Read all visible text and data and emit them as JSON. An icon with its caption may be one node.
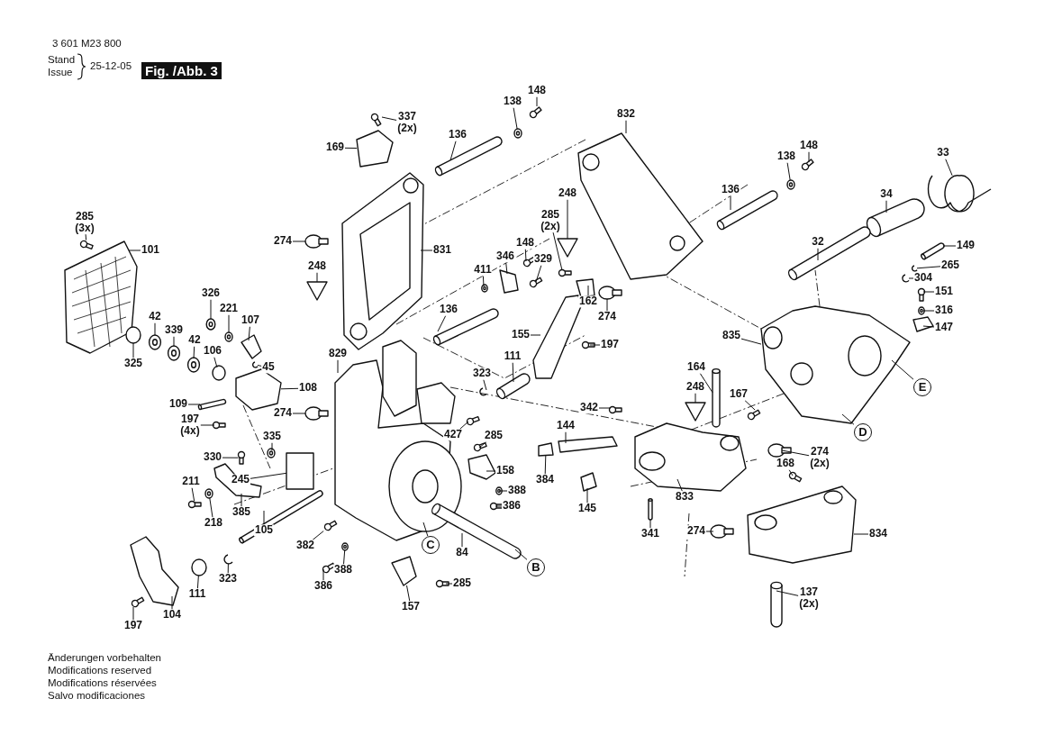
{
  "diagram": {
    "title": "Fig. /Abb. 3",
    "nodes": [
      {
        "text": [
          "285 (3x)"
        ]
      },
      {
        "text": [
          "101"
        ]
      },
      {
        "text": [
          "326"
        ]
      },
      {
        "text": [
          "221"
        ]
      },
      {
        "text": [
          "107"
        ]
      },
      {
        "text": [
          "42"
        ]
      },
      {
        "text": [
          "339"
        ]
      },
      {
        "text": [
          "42"
        ]
      },
      {
        "text": [
          "325"
        ]
      },
      {
        "text": [
          "106"
        ]
      },
      {
        "text": [
          "45"
        ]
      },
      {
        "text": [
          "108"
        ]
      },
      {
        "text": [
          "109"
        ]
      },
      {
        "text": [
          "197 (4x)"
        ]
      },
      {
        "text": [
          "274"
        ]
      },
      {
        "text": [
          "829"
        ]
      },
      {
        "text": [
          "274"
        ]
      },
      {
        "text": [
          "169"
        ]
      },
      {
        "text": [
          "337 (2x)"
        ]
      },
      {
        "text": [
          "136"
        ]
      },
      {
        "text": [
          "138"
        ]
      },
      {
        "text": [
          "148"
        ]
      },
      {
        "text": [
          "248"
        ]
      },
      {
        "text": [
          "831"
        ]
      },
      {
        "text": [
          "330"
        ]
      },
      {
        "text": [
          "335"
        ]
      },
      {
        "text": [
          "245"
        ]
      },
      {
        "text": [
          "211"
        ]
      },
      {
        "text": [
          "218"
        ]
      },
      {
        "text": [
          "385"
        ]
      },
      {
        "text": [
          "105"
        ]
      },
      {
        "text": [
          "382"
        ]
      },
      {
        "text": [
          "388"
        ]
      },
      {
        "text": [
          "386"
        ]
      },
      {
        "text": [
          "323"
        ]
      },
      {
        "text": [
          "111"
        ]
      },
      {
        "text": [
          "104"
        ]
      },
      {
        "text": [
          "197"
        ]
      },
      {
        "text": [
          "C"
        ]
      },
      {
        "text": [
          "84"
        ]
      },
      {
        "text": [
          "B"
        ]
      },
      {
        "text": [
          "157"
        ]
      },
      {
        "text": [
          "285"
        ]
      },
      {
        "text": [
          "136"
        ]
      },
      {
        "text": [
          "111"
        ]
      },
      {
        "text": [
          "323"
        ]
      },
      {
        "text": [
          "427"
        ]
      },
      {
        "text": [
          "285"
        ]
      },
      {
        "text": [
          "158"
        ]
      },
      {
        "text": [
          "388"
        ]
      },
      {
        "text": [
          "386"
        ]
      },
      {
        "text": [
          "155"
        ]
      },
      {
        "text": [
          "197"
        ]
      },
      {
        "text": [
          "411"
        ]
      },
      {
        "text": [
          "346"
        ]
      },
      {
        "text": [
          "148"
        ]
      },
      {
        "text": [
          "329"
        ]
      },
      {
        "text": [
          "285 (2x)"
        ]
      },
      {
        "text": [
          "248"
        ]
      },
      {
        "text": [
          "162"
        ]
      },
      {
        "text": [
          "274"
        ]
      },
      {
        "text": [
          "832"
        ]
      },
      {
        "text": [
          "136"
        ]
      },
      {
        "text": [
          "138"
        ]
      },
      {
        "text": [
          "148"
        ]
      },
      {
        "text": [
          "33"
        ]
      },
      {
        "text": [
          "34"
        ]
      },
      {
        "text": [
          "32"
        ]
      },
      {
        "text": [
          "149"
        ]
      },
      {
        "text": [
          "265"
        ]
      },
      {
        "text": [
          "304"
        ]
      },
      {
        "text": [
          "151"
        ]
      },
      {
        "text": [
          "316"
        ]
      },
      {
        "text": [
          "147"
        ]
      },
      {
        "text": [
          "835"
        ]
      },
      {
        "text": [
          "E"
        ]
      },
      {
        "text": [
          "D"
        ]
      },
      {
        "text": [
          "164"
        ]
      },
      {
        "text": [
          "248"
        ]
      },
      {
        "text": [
          "167"
        ]
      },
      {
        "text": [
          "342"
        ]
      },
      {
        "text": [
          "144"
        ]
      },
      {
        "text": [
          "384"
        ]
      },
      {
        "text": [
          "145"
        ]
      },
      {
        "text": [
          "833"
        ]
      },
      {
        "text": [
          "341"
        ]
      },
      {
        "text": [
          "274"
        ]
      },
      {
        "text": [
          "274 (2x)"
        ]
      },
      {
        "text": [
          "168"
        ]
      },
      {
        "text": [
          "834"
        ]
      },
      {
        "text": [
          "137 (2x)"
        ]
      },
      {
        "text": [],
        "shape": "screw"
      },
      {
        "text": [],
        "shape": "picture"
      },
      {
        "text": [],
        "shape": "washer"
      },
      {
        "text": [],
        "shape": "washer"
      },
      {
        "text": [],
        "shape": "bracket"
      },
      {
        "text": [],
        "shape": "washer"
      },
      {
        "text": [],
        "shape": "washer"
      },
      {
        "text": [],
        "shape": "washer"
      },
      {
        "text": [],
        "shape": "cylinder"
      },
      {
        "text": [],
        "shape": "cylinder"
      },
      {
        "text": [],
        "shape": "ring"
      },
      {
        "text": [],
        "shape": "bracket"
      },
      {
        "text": [],
        "shape": "cylinder"
      },
      {
        "text": [],
        "shape": "screw"
      },
      {
        "text": [],
        "shape": "knob"
      },
      {
        "text": [],
        "shape": "picture"
      },
      {
        "text": [],
        "shape": "knob"
      },
      {
        "text": [],
        "shape": "bracket"
      },
      {
        "text": [],
        "shape": "screw"
      },
      {
        "text": [],
        "shape": "cylinder"
      },
      {
        "text": [],
        "shape": "washer"
      },
      {
        "text": [],
        "shape": "screw"
      },
      {
        "text": [],
        "shape": "triangle"
      },
      {
        "text": [],
        "shape": "picture"
      },
      {
        "text": [],
        "shape": "screw"
      },
      {
        "text": [],
        "shape": "washer"
      },
      {
        "text": [],
        "shape": "box"
      },
      {
        "text": [],
        "shape": "screw"
      },
      {
        "text": [],
        "shape": "washer"
      },
      {
        "text": [],
        "shape": "bracket"
      },
      {
        "text": [],
        "shape": "cylinder"
      },
      {
        "text": [],
        "shape": "screw"
      },
      {
        "text": [],
        "shape": "washer"
      },
      {
        "text": [],
        "shape": "screw"
      },
      {
        "text": [],
        "shape": "ring"
      },
      {
        "text": [],
        "shape": "cylinder"
      },
      {
        "text": [],
        "shape": "picture"
      },
      {
        "text": [],
        "shape": "screw"
      },
      {
        "text": [],
        "shape": "picture"
      },
      {
        "text": [],
        "shape": "cylinder"
      },
      {
        "text": [],
        "shape": "bracket"
      },
      {
        "text": [],
        "shape": "screw"
      },
      {
        "text": [],
        "shape": "cylinder"
      },
      {
        "text": [],
        "shape": "cylinder"
      },
      {
        "text": [],
        "shape": "ring"
      },
      {
        "text": [],
        "shape": "screw"
      },
      {
        "text": [],
        "shape": "screw"
      },
      {
        "text": [],
        "shape": "bracket"
      },
      {
        "text": [],
        "shape": "washer"
      },
      {
        "text": [],
        "shape": "screw"
      },
      {
        "text": [],
        "shape": "picture"
      },
      {
        "text": [],
        "shape": "screw"
      },
      {
        "text": [],
        "shape": "washer"
      },
      {
        "text": [],
        "shape": "bracket"
      },
      {
        "text": [],
        "shape": "screw"
      },
      {
        "text": [],
        "shape": "screw"
      },
      {
        "text": [],
        "shape": "screw"
      },
      {
        "text": [],
        "shape": "triangle"
      },
      {
        "text": [],
        "shape": "bracket"
      },
      {
        "text": [],
        "shape": "knob"
      },
      {
        "text": [],
        "shape": "picture"
      },
      {
        "text": [],
        "shape": "cylinder"
      },
      {
        "text": [],
        "shape": "washer"
      },
      {
        "text": [],
        "shape": "screw"
      },
      {
        "text": [],
        "shape": "picture"
      },
      {
        "text": [],
        "shape": "cylinder"
      },
      {
        "text": [],
        "shape": "cylinder"
      },
      {
        "text": [],
        "shape": "cylinder"
      },
      {
        "text": [],
        "shape": "ring"
      },
      {
        "text": [],
        "shape": "ring"
      },
      {
        "text": [],
        "shape": "screw"
      },
      {
        "text": [],
        "shape": "washer"
      },
      {
        "text": [],
        "shape": "bracket"
      },
      {
        "text": [],
        "shape": "picture"
      },
      {
        "text": [],
        "shape": "cylinder"
      },
      {
        "text": [],
        "shape": "triangle"
      },
      {
        "text": [],
        "shape": "screw"
      },
      {
        "text": [],
        "shape": "screw"
      },
      {
        "text": [],
        "shape": "bracket"
      },
      {
        "text": [],
        "shape": "bracket"
      },
      {
        "text": [],
        "shape": "bracket"
      },
      {
        "text": [],
        "shape": "picture"
      },
      {
        "text": [],
        "shape": "cylinder"
      },
      {
        "text": [],
        "shape": "knob"
      },
      {
        "text": [],
        "shape": "knob"
      },
      {
        "text": [],
        "shape": "screw"
      },
      {
        "text": [],
        "shape": "picture"
      },
      {
        "text": [],
        "shape": "cylinder"
      }
    ],
    "edges": [
      {
        "from": 0,
        "to": 91,
        "arrow": "none"
      },
      {
        "from": 1,
        "to": 92,
        "arrow": "none"
      },
      {
        "from": 2,
        "to": 93,
        "arrow": "none"
      },
      {
        "from": 3,
        "to": 94,
        "arrow": "none"
      },
      {
        "from": 4,
        "to": 95,
        "arrow": "none"
      },
      {
        "from": 5,
        "to": 96,
        "arrow": "none"
      },
      {
        "from": 6,
        "to": 97,
        "arrow": "none"
      },
      {
        "from": 7,
        "to": 98,
        "arrow": "none"
      },
      {
        "from": 8,
        "to": 99,
        "arrow": "none"
      },
      {
        "from": 9,
        "to": 100,
        "arrow": "none"
      },
      {
        "from": 10,
        "to": 101,
        "arrow": "none"
      },
      {
        "from": 11,
        "to": 102,
        "arrow": "none"
      },
      {
        "from": 12,
        "to": 103,
        "arrow": "none"
      },
      {
        "from": 13,
        "to": 104,
        "arrow": "none"
      },
      {
        "from": 14,
        "to": 105,
        "arrow": "none"
      },
      {
        "from": 15,
        "to": 106,
        "arrow": "none"
      },
      {
        "from": 16,
        "to": 107,
        "arrow": "none"
      },
      {
        "from": 17,
        "to": 108,
        "arrow": "none"
      },
      {
        "from": 18,
        "to": 109,
        "arrow": "none"
      },
      {
        "from": 19,
        "to": 110,
        "arrow": "none"
      },
      {
        "from": 20,
        "to": 111,
        "arrow": "none"
      },
      {
        "from": 21,
        "to": 112,
        "arrow": "none"
      },
      {
        "from": 22,
        "to": 113,
        "arrow": "none"
      },
      {
        "from": 23,
        "to": 114,
        "arrow": "none"
      },
      {
        "from": 24,
        "to": 115,
        "arrow": "none"
      },
      {
        "from": 25,
        "to": 116,
        "arrow": "none"
      },
      {
        "from": 26,
        "to": 117,
        "arrow": "none"
      },
      {
        "from": 27,
        "to": 118,
        "arrow": "none"
      },
      {
        "from": 28,
        "to": 119,
        "arrow": "none"
      },
      {
        "from": 29,
        "to": 120,
        "arrow": "none"
      },
      {
        "from": 30,
        "to": 121,
        "arrow": "none"
      },
      {
        "from": 31,
        "to": 122,
        "arrow": "none"
      },
      {
        "from": 32,
        "to": 123,
        "arrow": "none"
      },
      {
        "from": 33,
        "to": 124,
        "arrow": "none"
      },
      {
        "from": 34,
        "to": 125,
        "arrow": "none"
      },
      {
        "from": 35,
        "to": 126,
        "arrow": "none"
      },
      {
        "from": 36,
        "to": 127,
        "arrow": "none"
      },
      {
        "from": 37,
        "to": 128,
        "arrow": "none"
      },
      {
        "from": 38,
        "to": 129,
        "arrow": "none"
      },
      {
        "from": 39,
        "to": 130,
        "arrow": "none"
      },
      {
        "from": 40,
        "to": 130,
        "arrow": "none"
      },
      {
        "from": 41,
        "to": 131,
        "arrow": "none"
      },
      {
        "from": 42,
        "to": 132,
        "arrow": "none"
      },
      {
        "from": 43,
        "to": 133,
        "arrow": "none"
      },
      {
        "from": 44,
        "to": 134,
        "arrow": "none"
      },
      {
        "from": 45,
        "to": 135,
        "arrow": "none"
      },
      {
        "from": 46,
        "to": 136,
        "arrow": "none"
      },
      {
        "from": 47,
        "to": 137,
        "arrow": "none"
      },
      {
        "from": 48,
        "to": 138,
        "arrow": "none"
      },
      {
        "from": 49,
        "to": 139,
        "arrow": "none"
      },
      {
        "from": 50,
        "to": 140,
        "arrow": "none"
      },
      {
        "from": 51,
        "to": 141,
        "arrow": "none"
      },
      {
        "from": 52,
        "to": 142,
        "arrow": "none"
      },
      {
        "from": 53,
        "to": 143,
        "arrow": "none"
      },
      {
        "from": 54,
        "to": 144,
        "arrow": "none"
      },
      {
        "from": 55,
        "to": 145,
        "arrow": "none"
      },
      {
        "from": 56,
        "to": 146,
        "arrow": "none"
      },
      {
        "from": 57,
        "to": 147,
        "arrow": "none"
      },
      {
        "from": 58,
        "to": 148,
        "arrow": "none"
      },
      {
        "from": 59,
        "to": 149,
        "arrow": "none"
      },
      {
        "from": 60,
        "to": 150,
        "arrow": "none"
      },
      {
        "from": 61,
        "to": 151,
        "arrow": "none"
      },
      {
        "from": 62,
        "to": 152,
        "arrow": "none"
      },
      {
        "from": 63,
        "to": 153,
        "arrow": "none"
      },
      {
        "from": 64,
        "to": 154,
        "arrow": "none"
      },
      {
        "from": 65,
        "to": 155,
        "arrow": "none"
      },
      {
        "from": 66,
        "to": 156,
        "arrow": "none"
      },
      {
        "from": 67,
        "to": 157,
        "arrow": "none"
      },
      {
        "from": 68,
        "to": 158,
        "arrow": "none"
      },
      {
        "from": 69,
        "to": 159,
        "arrow": "none"
      },
      {
        "from": 70,
        "to": 160,
        "arrow": "none"
      },
      {
        "from": 71,
        "to": 161,
        "arrow": "none"
      },
      {
        "from": 72,
        "to": 162,
        "arrow": "none"
      },
      {
        "from": 73,
        "to": 163,
        "arrow": "none"
      },
      {
        "from": 74,
        "to": 164,
        "arrow": "none"
      },
      {
        "from": 75,
        "to": 164,
        "arrow": "none"
      },
      {
        "from": 76,
        "to": 164,
        "arrow": "none"
      },
      {
        "from": 77,
        "to": 165,
        "arrow": "none"
      },
      {
        "from": 78,
        "to": 166,
        "arrow": "none"
      },
      {
        "from": 79,
        "to": 167,
        "arrow": "none"
      },
      {
        "from": 80,
        "to": 168,
        "arrow": "none"
      },
      {
        "from": 81,
        "to": 169,
        "arrow": "none"
      },
      {
        "from": 82,
        "to": 170,
        "arrow": "none"
      },
      {
        "from": 83,
        "to": 171,
        "arrow": "none"
      },
      {
        "from": 84,
        "to": 172,
        "arrow": "none"
      },
      {
        "from": 85,
        "to": 173,
        "arrow": "none"
      },
      {
        "from": 86,
        "to": 174,
        "arrow": "none"
      },
      {
        "from": 87,
        "to": 175,
        "arrow": "none"
      },
      {
        "from": 88,
        "to": 176,
        "arrow": "none"
      },
      {
        "from": 89,
        "to": 177,
        "arrow": "none"
      },
      {
        "from": 90,
        "to": 178,
        "arrow": "none"
      }
    ],
    "labels": [
      "3 601 M23 800",
      "Stand",
      "Issue",
      "25-12-05",
      "Änderungen vorbehalten",
      "Modifications reserved",
      "Modifications réservées",
      "Salvo modificaciones"
    ]
  }
}
